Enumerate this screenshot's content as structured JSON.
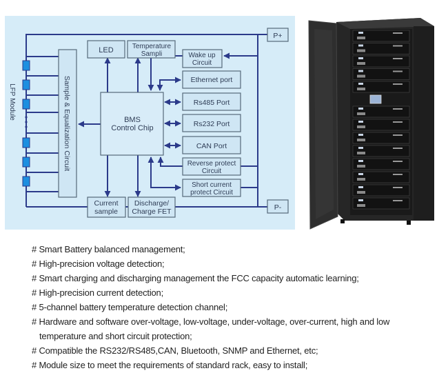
{
  "diagram": {
    "module_label": "LFP Module",
    "equalization_label": "Sample & Equalization Circuit",
    "led_label": "LED",
    "temperature_label_1": "Temperature",
    "temperature_label_2": "Sampli",
    "bms_label_1": "BMS",
    "bms_label_2": "Control Chip",
    "wakeup_label_1": "Wake up",
    "wakeup_label_2": "Circuit",
    "ethernet_label": "Ethernet port",
    "rs485_label": "Rs485 Port",
    "rs232_label": "Rs232 Port",
    "can_label": "CAN Port",
    "reverse_label_1": "Reverse protect",
    "reverse_label_2": "Circuit",
    "short_label_1": "Short current",
    "short_label_2": "protect Circuit",
    "current_label_1": "Current",
    "current_label_2": "sample",
    "fet_label_1": "Discharge/",
    "fet_label_2": "Charge FET",
    "p_plus_label": "P+",
    "p_minus_label": "P-",
    "colors": {
      "background": "#d6ecf8",
      "line": "#2b3a8a",
      "box_border": "#56697a",
      "box_fill": "#cfe6f4",
      "cell": "#1c8fe0"
    }
  },
  "product_image": {
    "description": "Battery rack cabinet with open door",
    "colors": {
      "body": "#2a2a2a",
      "module": "#151515"
    }
  },
  "features": [
    "# Smart Battery balanced management;",
    "# High-precision voltage detection;",
    "# Smart charging and discharging management the FCC capacity automatic learning;",
    "# High-precision current detection;",
    "# 5-channel battery temperature detection channel;",
    "# Hardware and software over-voltage, low-voltage, under-voltage, over-current, high and low",
    "temperature and short circuit protection;",
    "# Compatible the RS232/RS485,CAN, Bluetooth, SNMP and Ethernet, etc;",
    "# Module size to meet the requirements of standard rack, easy to install;"
  ]
}
